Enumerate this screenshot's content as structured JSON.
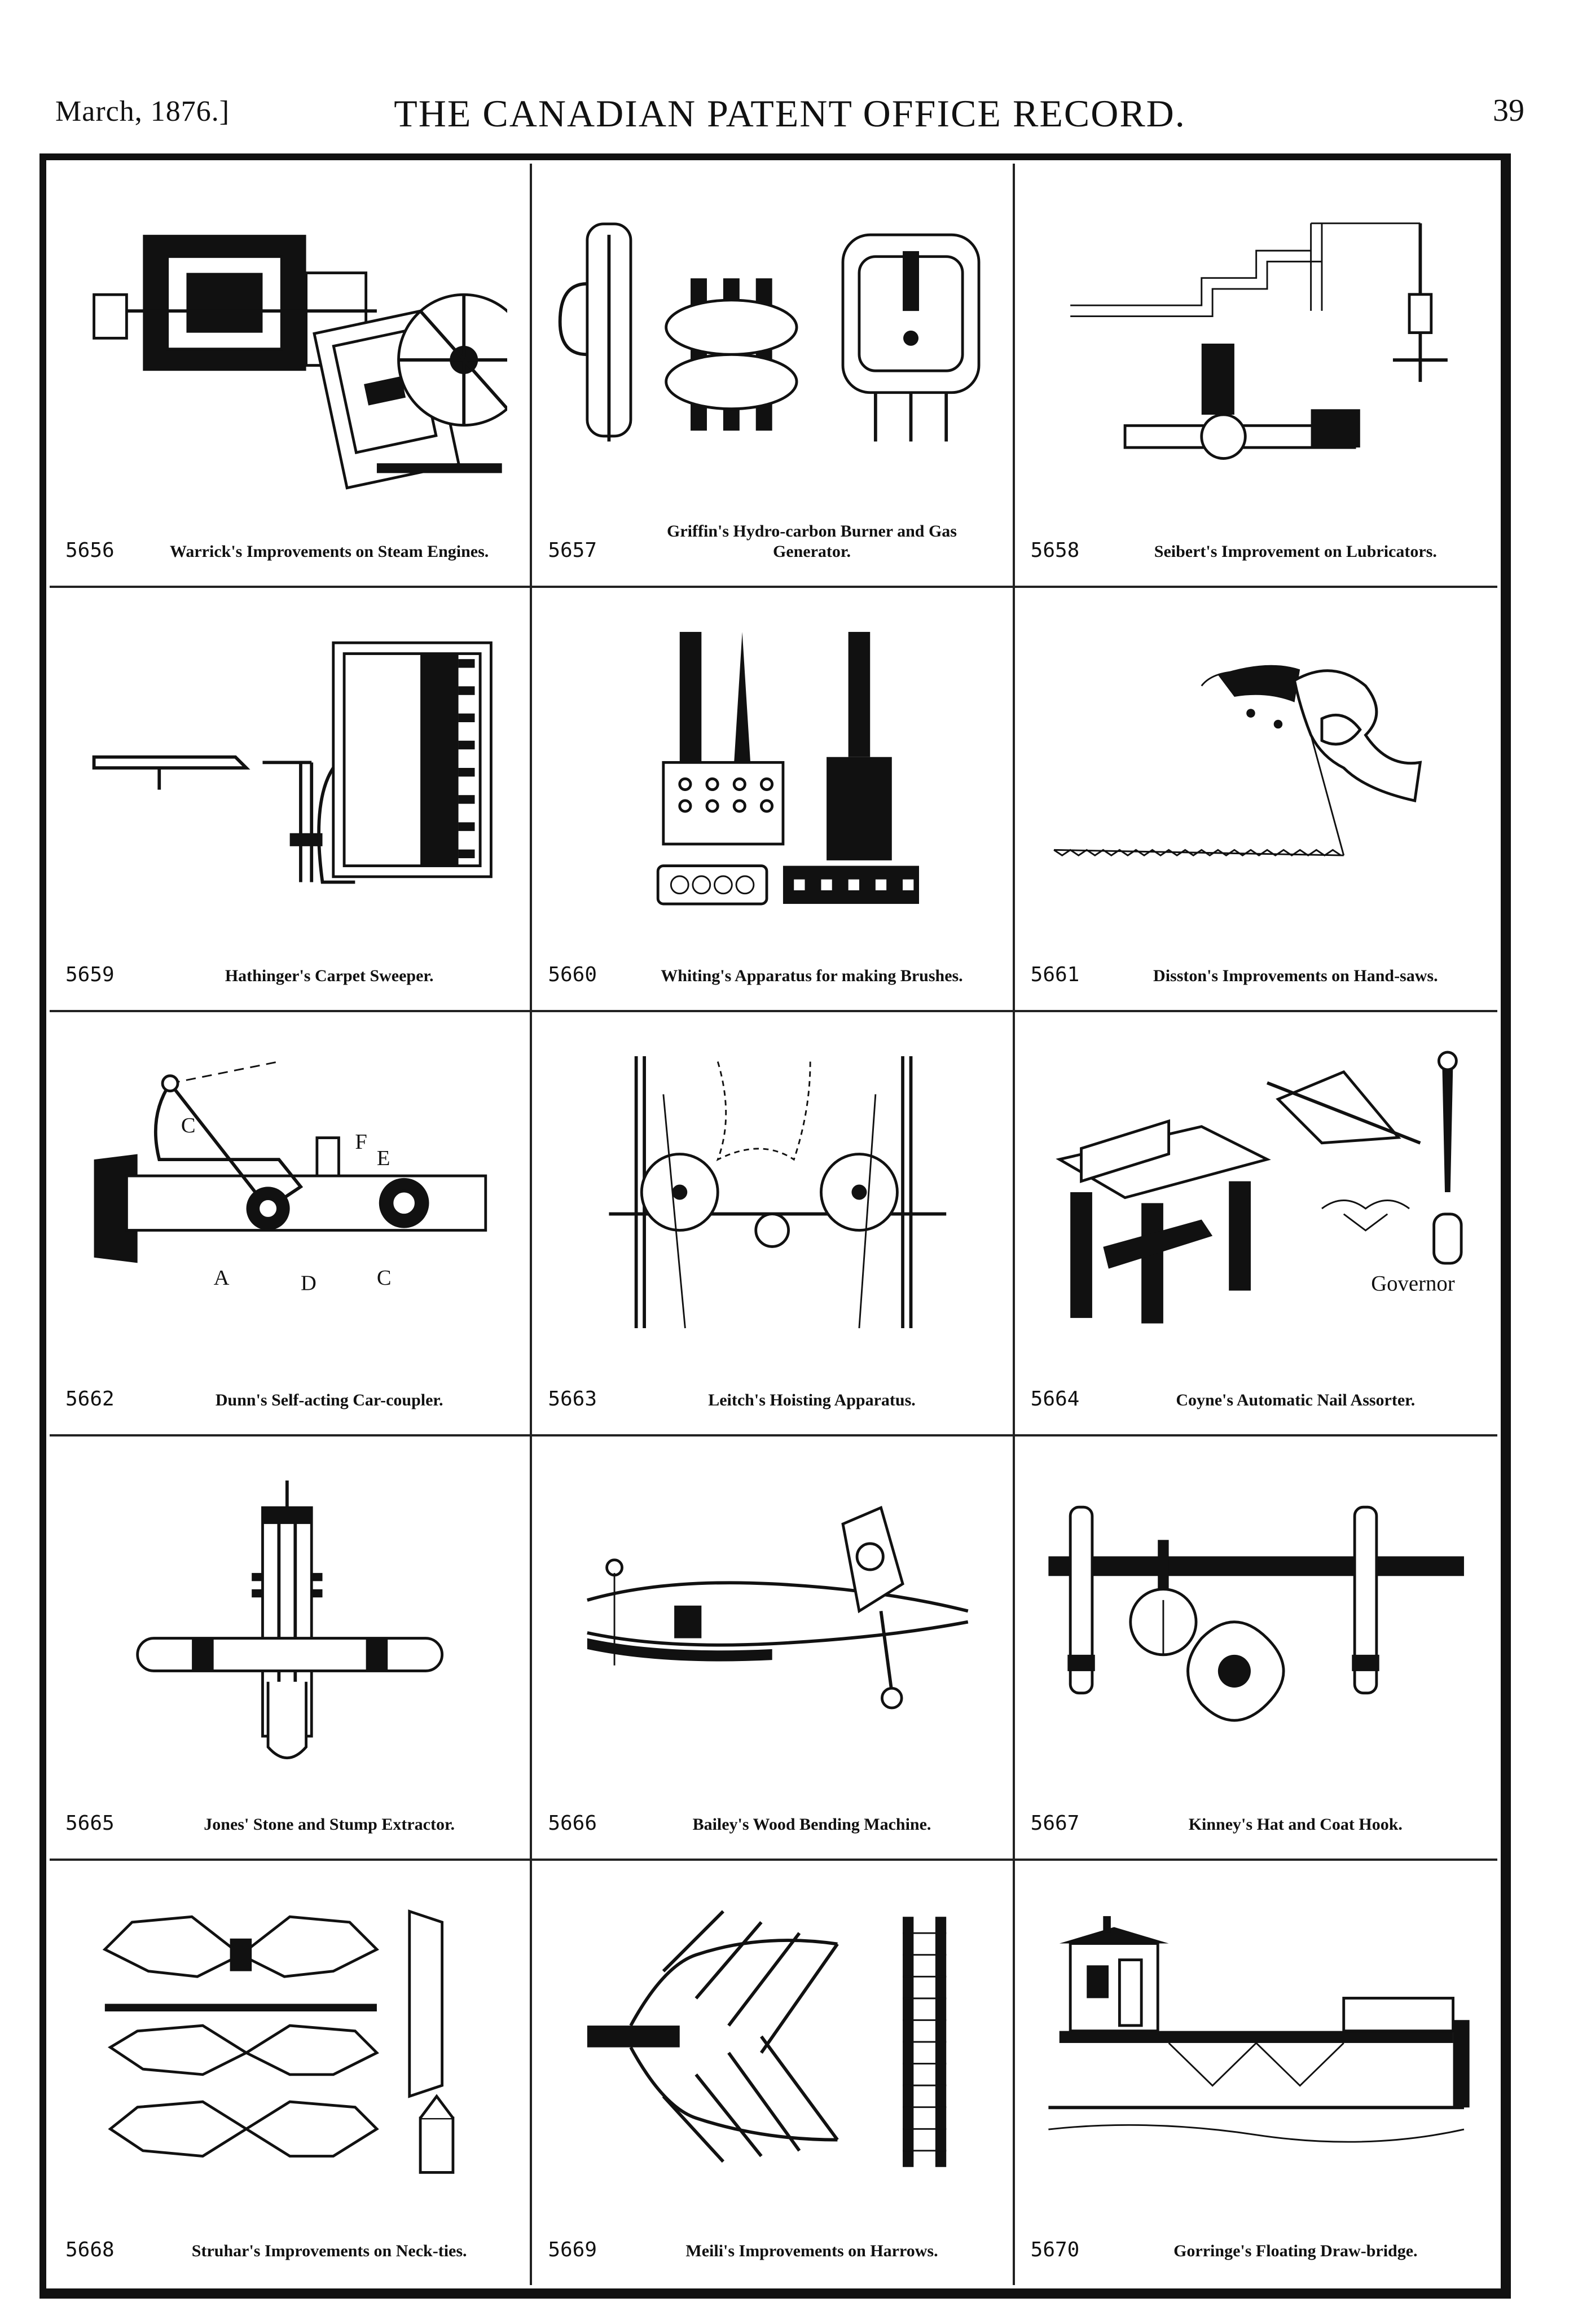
{
  "header": {
    "date": "March, 1876.]",
    "title": "THE CANADIAN PATENT OFFICE RECORD.",
    "page_number": "39"
  },
  "entries": [
    {
      "number": "5656",
      "title": "Warrick's Improvements on Steam Engines."
    },
    {
      "number": "5657",
      "title": "Griffin's Hydro-carbon Burner and Gas Generator."
    },
    {
      "number": "5658",
      "title": "Seibert's Improvement on Lubricators."
    },
    {
      "number": "5659",
      "title": "Hathinger's Carpet Sweeper."
    },
    {
      "number": "5660",
      "title": "Whiting's Apparatus for making Brushes."
    },
    {
      "number": "5661",
      "title": "Disston's Improvements on Hand-saws."
    },
    {
      "number": "5662",
      "title": "Dunn's Self-acting Car-coupler."
    },
    {
      "number": "5663",
      "title": "Leitch's Hoisting Apparatus."
    },
    {
      "number": "5664",
      "title": "Coyne's Automatic Nail Assorter."
    },
    {
      "number": "5665",
      "title": "Jones' Stone and Stump Extractor."
    },
    {
      "number": "5666",
      "title": "Bailey's Wood Bending Machine."
    },
    {
      "number": "5667",
      "title": "Kinney's Hat and Coat Hook."
    },
    {
      "number": "5668",
      "title": "Struhar's Improvements on Neck-ties."
    },
    {
      "number": "5669",
      "title": "Meili's Improvements on Harrows."
    },
    {
      "number": "5670",
      "title": "Gorringe's Floating Draw-bridge."
    }
  ],
  "figure_labels": {
    "coupler": [
      "C",
      "F",
      "E",
      "A",
      "D",
      "C"
    ],
    "assorter": "Governor"
  }
}
